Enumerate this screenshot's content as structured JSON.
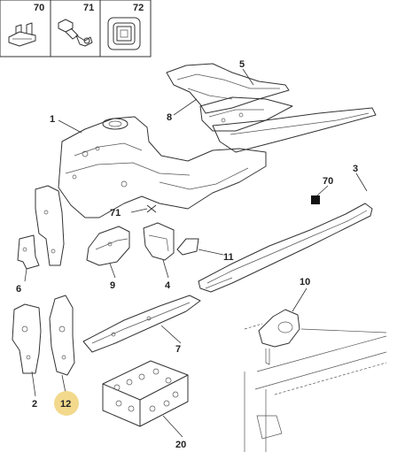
{
  "legend": {
    "items": [
      {
        "number": "70"
      },
      {
        "number": "71"
      },
      {
        "number": "72"
      }
    ]
  },
  "callouts": {
    "p1": "1",
    "p2": "2",
    "p3": "3",
    "p4": "4",
    "p5": "5",
    "p6": "6",
    "p7": "7",
    "p8": "8",
    "p9": "9",
    "p10": "10",
    "p11": "11",
    "p12": "12",
    "p20": "20",
    "p70": "70",
    "p71": "71"
  },
  "highlight": {
    "part": "12",
    "color": "#f3d98c"
  }
}
